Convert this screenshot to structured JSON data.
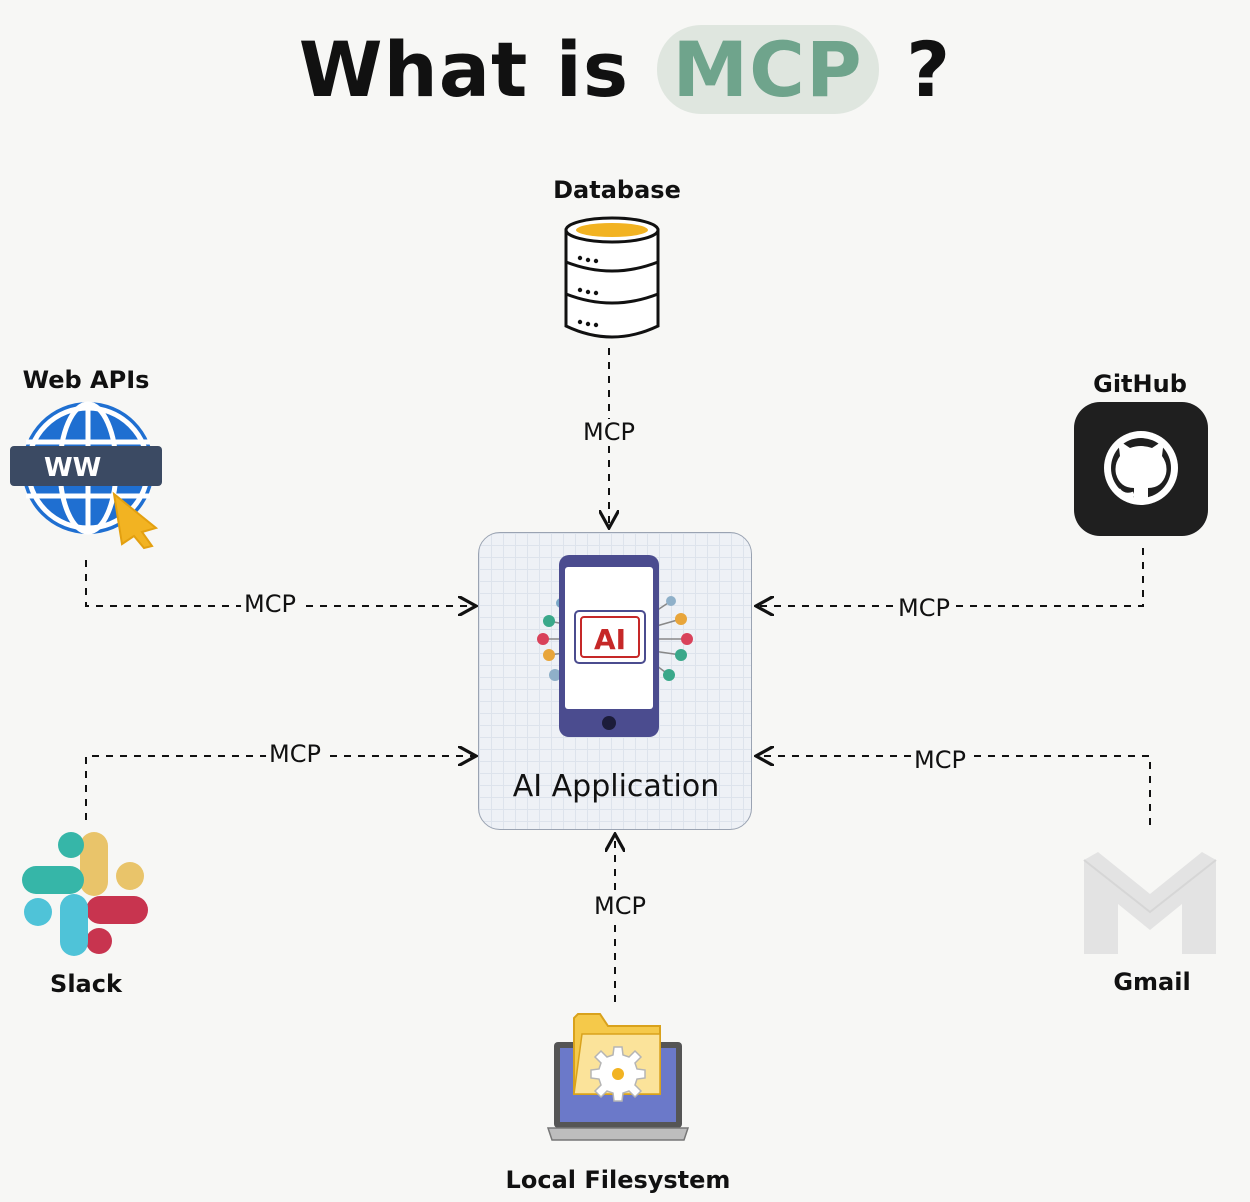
{
  "title": {
    "prefix": "What is",
    "highlight": "MCP",
    "suffix": "?"
  },
  "center": {
    "label": "AI Application",
    "icon_text": "AI",
    "icon": "smartphone-ai-icon"
  },
  "nodes": {
    "database": {
      "label": "Database",
      "icon": "database-icon"
    },
    "web_apis": {
      "label": "Web APIs",
      "icon": "globe-www-icon",
      "icon_text": "WW"
    },
    "github": {
      "label": "GitHub",
      "icon": "github-icon"
    },
    "slack": {
      "label": "Slack",
      "icon": "slack-icon"
    },
    "gmail": {
      "label": "Gmail",
      "icon": "gmail-icon"
    },
    "local_fs": {
      "label": "Local Filesystem",
      "icon": "laptop-folder-icon"
    }
  },
  "connections": {
    "database": "MCP",
    "web_apis": "MCP",
    "github": "MCP",
    "slack": "MCP",
    "gmail": "MCP",
    "local_fs": "MCP"
  },
  "colors": {
    "highlight_text": "#6fa48c",
    "highlight_bg": "#dfe6df",
    "github_bg": "#1f1f1f",
    "globe_blue": "#1f6fd1",
    "ai_red": "#c62828",
    "phone_purple": "#4b4c8f"
  }
}
